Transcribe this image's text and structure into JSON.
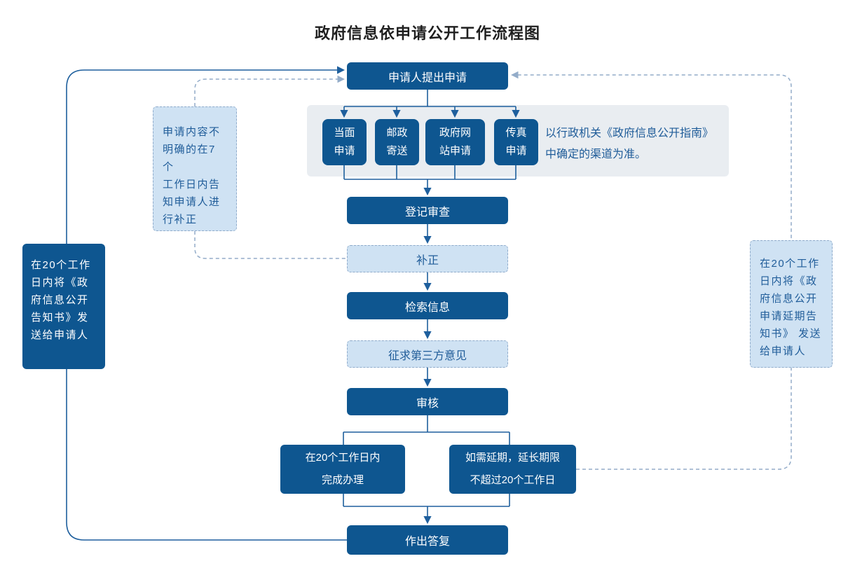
{
  "title": "政府信息依申请公开工作流程图",
  "colors": {
    "dark_blue": "#0e5690",
    "light_blue_fill": "#cfe2f3",
    "panel_gray": "#e9edf1",
    "text_blue": "#1f5c99",
    "solid_line": "#1e5f9d",
    "dashed_line": "#93acc9"
  },
  "nodes": {
    "apply": {
      "label": "申请人提出申请"
    },
    "channels": [
      {
        "label": "当面\n申请"
      },
      {
        "label": "邮政\n寄送"
      },
      {
        "label": "政府网\n站申请"
      },
      {
        "label": "传真\n申请"
      }
    ],
    "channel_note": {
      "label": "以行政机关《政府信息公开指南》\n中确定的渠道为准。"
    },
    "register": {
      "label": "登记审查"
    },
    "correction": {
      "label": "补正"
    },
    "search": {
      "label": "检索信息"
    },
    "third_party": {
      "label": "征求第三方意见"
    },
    "review": {
      "label": "审核"
    },
    "complete": {
      "label": "在20个工作日内\n完成办理"
    },
    "extend": {
      "label": "如需延期，延长期限\n不超过20个工作日"
    },
    "reply": {
      "label": "作出答复"
    },
    "left_notice": {
      "label": "在20个工作\n日内将《政\n府信息公开\n告知书》发\n送给申请人"
    },
    "unclear_note": {
      "label": "申请内容不\n明确的在7个\n工作日内告\n知申请人进\n行补正"
    },
    "right_notice": {
      "label": "在20个工作\n日内将《政\n府信息公开\n申请延期告\n知书》 发送\n给申请人"
    }
  }
}
